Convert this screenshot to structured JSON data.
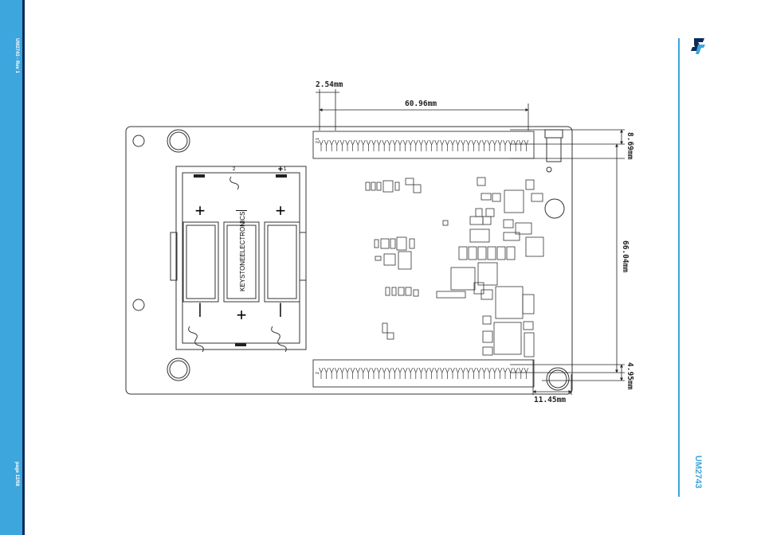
{
  "sidebar": {
    "doc_revision": "UM2743 - Rev 1",
    "page_number": "page 12/58"
  },
  "footer_doc_code": "UM2743",
  "brand_color": "#3ca6dd",
  "dark_color": "#0c2b5b",
  "logo_icon": "st-logo-icon",
  "drawing": {
    "dimensions": {
      "pin_pitch": "2.54mm",
      "header_length": "60.96mm",
      "top_offset": "8.69mm",
      "header_spacing": "66.04mm",
      "bottom_offset": "4.95mm",
      "side_offset": "11.45mm"
    },
    "battery_brand": "KEYSTONEELECTRONICS",
    "battery_plus": "+",
    "battery_minus": "—",
    "battery_cell_minus": "|",
    "slot_label_1": "1",
    "slot_label_2": "2",
    "header_pin_label_top": "2 1",
    "header_pin_label_bottom": "2"
  }
}
